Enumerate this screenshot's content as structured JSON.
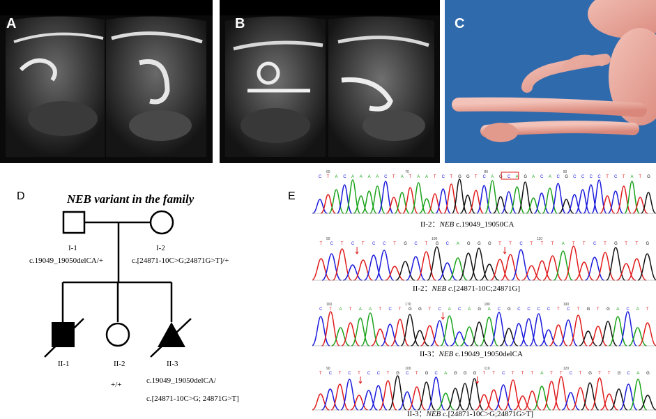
{
  "panels": {
    "a": {
      "letter": "A"
    },
    "b": {
      "letter": "B"
    },
    "c": {
      "letter": "C"
    },
    "d": {
      "letter": "D"
    },
    "e": {
      "letter": "E"
    }
  },
  "pedigree": {
    "title": "NEB variant in the family",
    "i1": {
      "id": "I-1",
      "genotype": "c.19049_19050delCA/+"
    },
    "i2": {
      "id": "I-2",
      "genotype": "c.[24871-10C>G;24871G>T]/+"
    },
    "ii1": {
      "id": "II-1"
    },
    "ii2": {
      "id": "II-2",
      "genotype": "+/+"
    },
    "ii3": {
      "id": "II-3",
      "genotype_line1": "c.19049_19050delCA/",
      "genotype_line2": "c.[24871-10C>G; 24871G>T]"
    }
  },
  "chromatograms": [
    {
      "prefix": "II-2：",
      "gene": "NEB",
      "variant": " c.19049_19050CA",
      "bases": "CTACAAAACTATAATCTGGTCAGCAGACACGCCCCTCTATG",
      "ticks": [
        "60",
        "70",
        "80",
        "90"
      ]
    },
    {
      "prefix": "II-2：",
      "gene": "NEB c.",
      "variant": "[24871-10C;24871G]",
      "bases": "TCTCTCCTGCTGCAGGGTTCTTTATTCTGTTG",
      "ticks": [
        "90",
        "100",
        "110"
      ]
    },
    {
      "prefix": "II-3：",
      "gene": "NEB",
      "variant": " c.19049_19050delCA",
      "bases": "CTATAATCTGGTCACAGACGCCCCTCTGTGACAT",
      "ticks": [
        "160",
        "170",
        "180",
        "190"
      ]
    },
    {
      "prefix": "II-3：",
      "gene": "NEB c.",
      "variant": "[24871-10C>G;24871G>T]",
      "bases": "TCTCTCCTGCTGCAGGGTTCTTTATTCTGTTGCAG",
      "ticks": [
        "90",
        "100",
        "110",
        "120"
      ]
    }
  ],
  "colors": {
    "A": "#1aa31a",
    "C": "#1a1adc",
    "G": "#111111",
    "T": "#e01b1b"
  }
}
